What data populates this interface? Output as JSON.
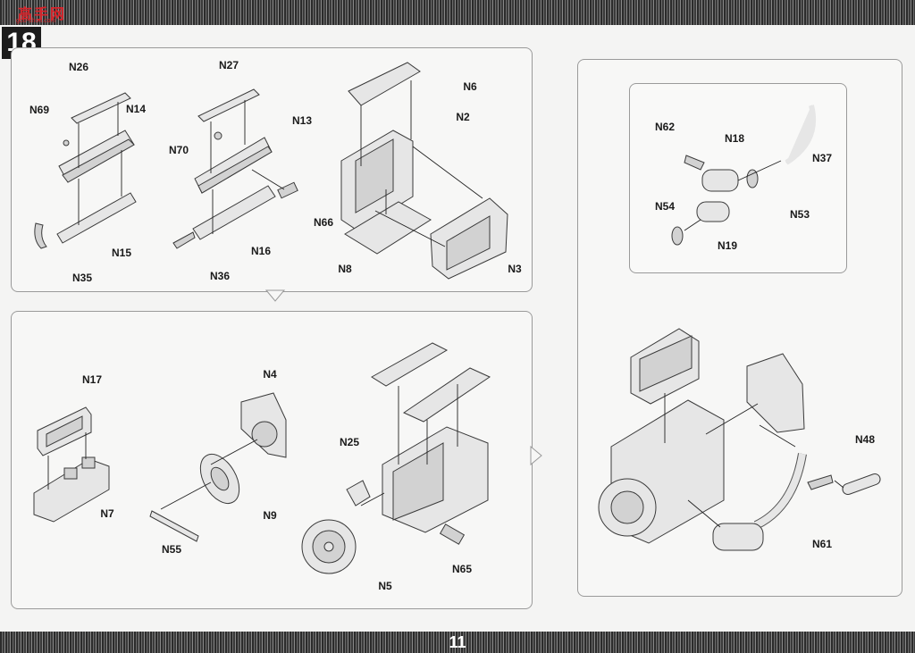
{
  "header": {
    "step_number": "18",
    "logo_text": "高手网",
    "logo_url": "goo-shou.com"
  },
  "footer": {
    "page_number": "11"
  },
  "parts": {
    "N26": "N26",
    "N69": "N69",
    "N14": "N14",
    "N15": "N15",
    "N35": "N35",
    "N27": "N27",
    "N70": "N70",
    "N13": "N13",
    "N66": "N66",
    "N16": "N16",
    "N36": "N36",
    "N6": "N6",
    "N2": "N2",
    "N8": "N8",
    "N3": "N3",
    "N17": "N17",
    "N7": "N7",
    "N4": "N4",
    "N9": "N9",
    "N55": "N55",
    "N25": "N25",
    "N5": "N5",
    "N65": "N65",
    "N62": "N62",
    "N18": "N18",
    "N37": "N37",
    "N54": "N54",
    "N53": "N53",
    "N19": "N19",
    "N48": "N48",
    "N61": "N61"
  }
}
